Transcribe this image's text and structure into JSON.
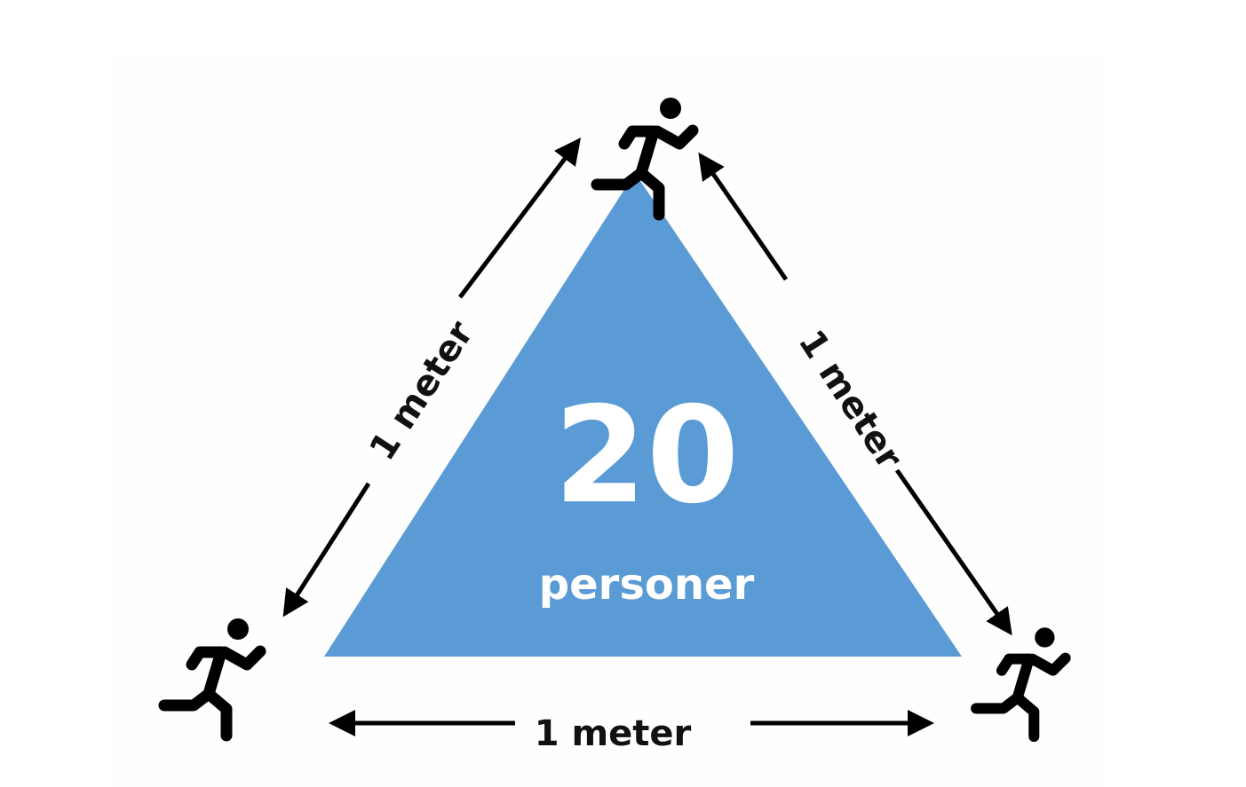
{
  "diagram": {
    "count": "20",
    "count_unit": "personer",
    "distance_labels": {
      "left": "1 meter",
      "right": "1 meter",
      "bottom": "1 meter"
    },
    "colors": {
      "triangle": "#5b9bd5",
      "text_on_triangle": "#ffffff",
      "arrows": "#000000"
    },
    "icons": [
      "running-person-icon",
      "running-person-icon",
      "running-person-icon"
    ]
  }
}
